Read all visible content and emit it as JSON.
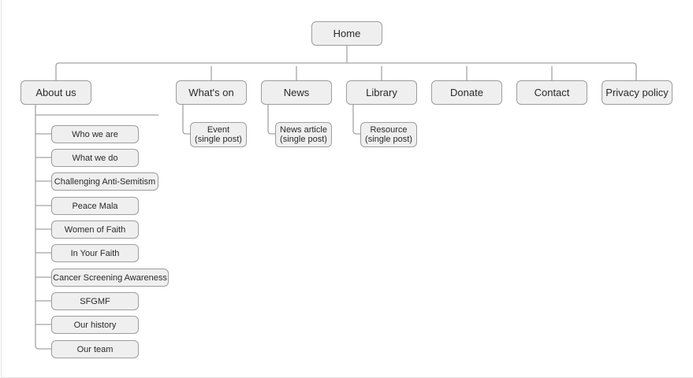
{
  "root": "Home",
  "sections": [
    "About us",
    "What's on",
    "News",
    "Library",
    "Donate",
    "Contact",
    "Privacy policy"
  ],
  "about_children": [
    "Who we are",
    "What we do",
    "Challenging Anti-Semitism",
    "Peace Mala",
    "Women of Faith",
    "In Your Faith",
    "Cancer Screening Awareness",
    "SFGMF",
    "Our history",
    "Our team"
  ],
  "posts": {
    "whats_on": [
      "Event",
      "(single post)"
    ],
    "news": [
      "News article",
      "(single post)"
    ],
    "library": [
      "Resource",
      "(single post)"
    ]
  }
}
